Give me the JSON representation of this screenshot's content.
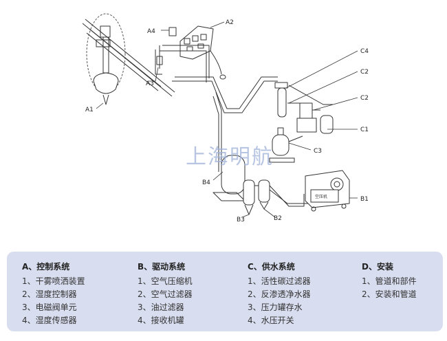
{
  "watermark": "上海明航",
  "callouts": {
    "A1": "A1",
    "A2": "A2",
    "A3": "A3",
    "A4": "A4",
    "B1": "B1",
    "B2": "B2",
    "B3": "B3",
    "B4": "B4",
    "C1": "C1",
    "C2a": "C2",
    "C2b": "C2",
    "C3": "C3",
    "C4": "C4"
  },
  "compressor_label": "空压机",
  "legend": [
    {
      "title": "A、控制系统",
      "items": [
        "1、干雾喷洒装置",
        "2、湿度控制器",
        "3、电磁阀单元",
        "4、湿度传感器"
      ]
    },
    {
      "title": "B、驱动系统",
      "items": [
        "1、空气压缩机",
        "2、空气过滤器",
        "3、油过滤器",
        "4、接收机罐"
      ]
    },
    {
      "title": "C、供水系统",
      "items": [
        "1、活性碳过滤器",
        "2、反渗透净水器",
        "3、压力罐存水",
        "4、水压开关"
      ]
    },
    {
      "title": "D、安装",
      "items": [
        "1、管道和部件",
        "2、安装和管道"
      ]
    }
  ],
  "colors": {
    "legend_bg": "#d8ddef",
    "watermark": "#9fb2d8",
    "line": "#333333"
  }
}
